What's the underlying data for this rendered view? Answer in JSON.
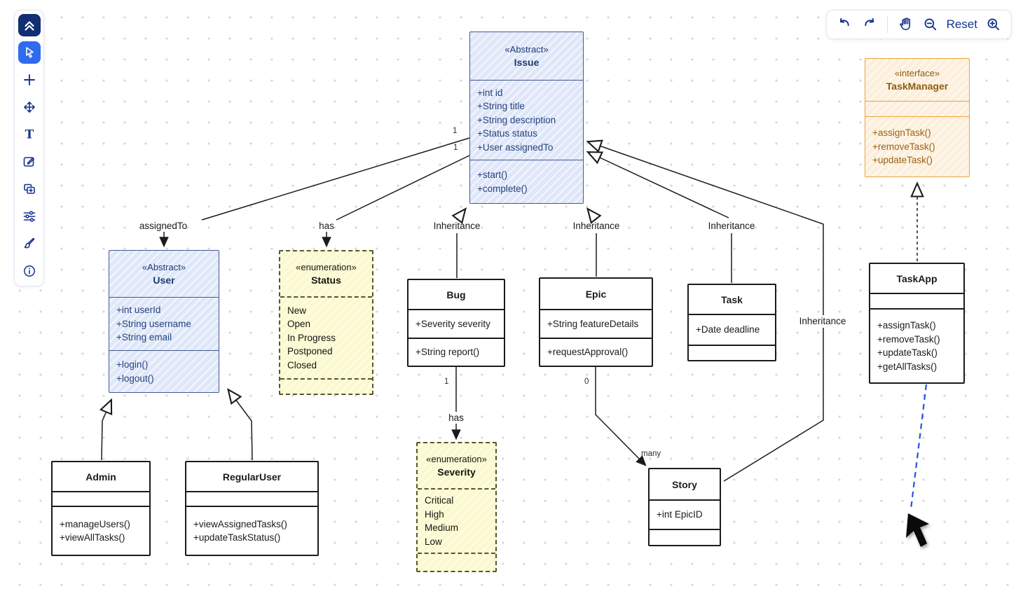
{
  "left_toolbar": {
    "tools": [
      {
        "id": "collapse",
        "icon": "chevrons-up-icon"
      },
      {
        "id": "select",
        "icon": "cursor-icon",
        "active": true
      },
      {
        "id": "add",
        "icon": "plus-icon"
      },
      {
        "id": "move",
        "icon": "move-arrows-icon"
      },
      {
        "id": "text",
        "icon": "text-icon",
        "glyph": "T"
      },
      {
        "id": "edit",
        "icon": "pencil-square-icon"
      },
      {
        "id": "duplicate",
        "icon": "copy-plus-icon"
      },
      {
        "id": "adjust",
        "icon": "sliders-icon"
      },
      {
        "id": "style",
        "icon": "paintbrush-icon"
      },
      {
        "id": "info",
        "icon": "info-icon"
      }
    ]
  },
  "top_toolbar": {
    "reset_label": "Reset"
  },
  "diagram": {
    "classes": {
      "issue": {
        "stereotype": "«Abstract»",
        "name": "Issue",
        "attributes": [
          "+int id",
          "+String title",
          "+String description",
          "+Status status",
          "+User assignedTo"
        ],
        "methods": [
          "+start()",
          "+complete()"
        ]
      },
      "taskmanager": {
        "stereotype": "«interface»",
        "name": "TaskManager",
        "attributes": [],
        "methods": [
          "+assignTask()",
          "+removeTask()",
          "+updateTask()"
        ]
      },
      "user": {
        "stereotype": "«Abstract»",
        "name": "User",
        "attributes": [
          "+int userId",
          "+String username",
          "+String email"
        ],
        "methods": [
          "+login()",
          "+logout()"
        ]
      },
      "status": {
        "stereotype": "«enumeration»",
        "name": "Status",
        "values": [
          "New",
          "Open",
          "In Progress",
          "Postponed",
          "Closed"
        ]
      },
      "bug": {
        "name": "Bug",
        "attributes": [
          "+Severity severity"
        ],
        "methods": [
          "+String report()"
        ]
      },
      "epic": {
        "name": "Epic",
        "attributes": [
          "+String featureDetails"
        ],
        "methods": [
          "+requestApproval()"
        ]
      },
      "task": {
        "name": "Task",
        "attributes": [
          "+Date deadline"
        ],
        "methods": []
      },
      "taskapp": {
        "name": "TaskApp",
        "attributes": [],
        "methods": [
          "+assignTask()",
          "+removeTask()",
          "+updateTask()",
          "+getAllTasks()"
        ]
      },
      "admin": {
        "name": "Admin",
        "attributes": [],
        "methods": [
          "+manageUsers()",
          "+viewAllTasks()"
        ]
      },
      "regularuser": {
        "name": "RegularUser",
        "attributes": [],
        "methods": [
          "+viewAssignedTasks()",
          "+updateTaskStatus()"
        ]
      },
      "severity": {
        "stereotype": "«enumeration»",
        "name": "Severity",
        "values": [
          "Critical",
          "High",
          "Medium",
          "Low"
        ]
      },
      "story": {
        "name": "Story",
        "attributes": [
          "+int EpicID"
        ],
        "methods": []
      }
    },
    "edge_labels": {
      "assigned_to": "assignedTo",
      "has_status": "has",
      "inheritance_bug": "Inheritance",
      "inheritance_epic": "Inheritance",
      "inheritance_task": "Inheritance",
      "inheritance_story": "Inheritance",
      "has_severity": "has"
    },
    "multiplicities": {
      "issue_user": "1",
      "issue_status": "1",
      "bug_severity": "1",
      "epic_story_source": "0",
      "epic_story_target": "many"
    },
    "colors": {
      "blue_fill": "#dfe7f9",
      "blue_stroke": "#44598c",
      "blue_text": "#24437c",
      "orange_fill": "#fcefdc",
      "orange_stroke": "#eda23b",
      "orange_text": "#9c6215",
      "yellow_fill": "#fbf9cd",
      "yellow_stroke": "#55552f",
      "ink": "#1b1b1b",
      "active_tool_blue": "#2f6bed",
      "toolbar_icon_navy": "#17348f",
      "pending_link_blue": "#2453e0"
    }
  }
}
